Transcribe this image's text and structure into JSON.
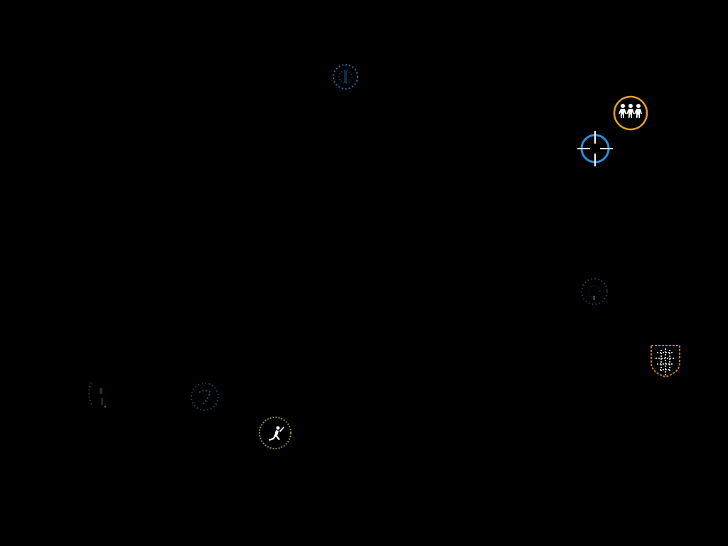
{
  "screen": {
    "background": "#000000"
  },
  "markers": [
    {
      "name": "dotted-circle-marker-top",
      "icon": "dotted-circle-icon",
      "color": "#1e6fa8"
    },
    {
      "name": "group-selection-marker",
      "icon": "group-icon",
      "color": "#e0a030"
    },
    {
      "name": "crosshair-target",
      "icon": "crosshair-icon",
      "color": "#2a8fe0"
    },
    {
      "name": "dotted-circle-marker-right",
      "icon": "dotted-circle-icon",
      "color": "#1e4a6a"
    },
    {
      "name": "shield-marker",
      "icon": "shield-icon",
      "color": "#d07820"
    },
    {
      "name": "faint-marker-left",
      "icon": "dotted-circle-icon",
      "color": "#1f5a2a"
    },
    {
      "name": "dotted-circle-marker-left",
      "icon": "dotted-circle-icon",
      "color": "#1e4a7a"
    },
    {
      "name": "figure-marker",
      "icon": "figure-icon",
      "color": "#8a9a30"
    }
  ]
}
